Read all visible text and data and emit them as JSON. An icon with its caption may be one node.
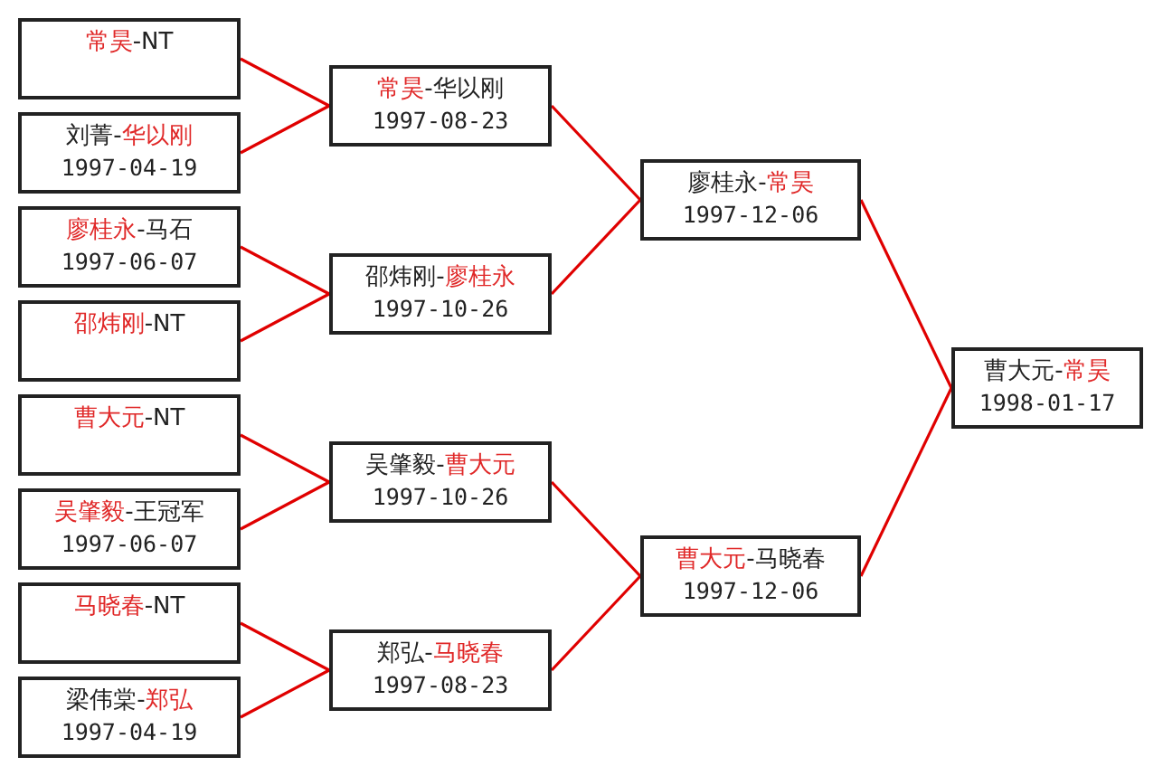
{
  "diagram": {
    "nodes": [
      {
        "text": [
          "**常昊**-NT"
        ]
      },
      {
        "text": [
          "刘菁-**华以刚**",
          "1997-04-19"
        ]
      },
      {
        "text": [
          "**廖桂永**-马石",
          "1997-06-07"
        ]
      },
      {
        "text": [
          "**邵炜刚**-NT"
        ]
      },
      {
        "text": [
          "**曹大元**-NT"
        ]
      },
      {
        "text": [
          "**吴肇毅**-王冠军",
          "1997-06-07"
        ]
      },
      {
        "text": [
          "**马晓春**-NT"
        ]
      },
      {
        "text": [
          "梁伟棠-**郑弘**",
          "1997-04-19"
        ]
      },
      {
        "text": [
          "**常昊**-华以刚",
          "1997-08-23"
        ]
      },
      {
        "text": [
          "邵炜刚-**廖桂永**",
          "1997-10-26"
        ]
      },
      {
        "text": [
          "吴肇毅-**曹大元**",
          "1997-10-26"
        ]
      },
      {
        "text": [
          "郑弘-**马晓春**",
          "1997-08-23"
        ]
      },
      {
        "text": [
          "廖桂永-**常昊**",
          "1997-12-06"
        ]
      },
      {
        "text": [
          "**曹大元**-马晓春",
          "1997-12-06"
        ]
      },
      {
        "text": [
          "曹大元-**常昊**",
          "1998-01-17"
        ]
      }
    ],
    "edges": [
      {
        "from": 0,
        "to": 8,
        "arrow": "none"
      },
      {
        "from": 1,
        "to": 8,
        "arrow": "none"
      },
      {
        "from": 2,
        "to": 9,
        "arrow": "none"
      },
      {
        "from": 3,
        "to": 9,
        "arrow": "none"
      },
      {
        "from": 4,
        "to": 10,
        "arrow": "none"
      },
      {
        "from": 5,
        "to": 10,
        "arrow": "none"
      },
      {
        "from": 6,
        "to": 11,
        "arrow": "none"
      },
      {
        "from": 7,
        "to": 11,
        "arrow": "none"
      },
      {
        "from": 8,
        "to": 12,
        "arrow": "none"
      },
      {
        "from": 9,
        "to": 12,
        "arrow": "none"
      },
      {
        "from": 10,
        "to": 13,
        "arrow": "none"
      },
      {
        "from": 11,
        "to": 13,
        "arrow": "none"
      },
      {
        "from": 12,
        "to": 14,
        "arrow": "none"
      },
      {
        "from": 13,
        "to": 14,
        "arrow": "none"
      }
    ]
  }
}
